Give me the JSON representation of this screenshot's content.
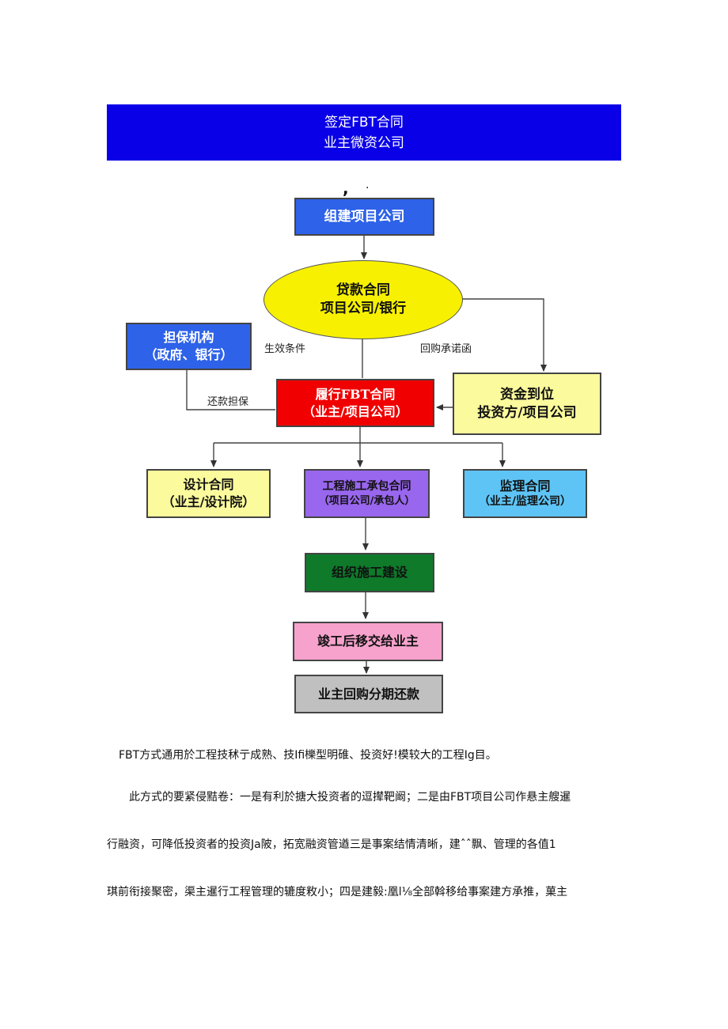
{
  "banner": {
    "line1": "签定FBT合同",
    "line2": "业主微资公司"
  },
  "stray_marks": {
    "comma": ",",
    "dot": "."
  },
  "diagram": {
    "nodes": {
      "n1": {
        "line1": "组建项目公司",
        "line2": "",
        "color": "#2e62e8"
      },
      "n2": {
        "line1": "贷款合同",
        "line2": "项目公司/银行",
        "color": "#f7f000"
      },
      "n3": {
        "line1": "担保机构",
        "line2": "（政府、银行）",
        "color": "#2e62e8"
      },
      "n4": {
        "line1": "履行FBT合同",
        "line2": "（业主/项目公司）",
        "color": "#f00000"
      },
      "n5": {
        "line1": "资金到位",
        "line2": "投资方/项目公司",
        "color": "#fbfa9c"
      },
      "n6": {
        "line1": "设计合同",
        "line2": "（业主/设计院）",
        "color": "#fbfa9c"
      },
      "n7": {
        "line1": "工程施工承包合同",
        "line2": "（项目公司/承包人）",
        "color": "#9966ee"
      },
      "n8": {
        "line1": "监理合同",
        "line2": "（业主/监理公司）",
        "color": "#5ec4f5"
      },
      "n9": {
        "line1": "组织施工建设",
        "line2": "",
        "color": "#0e7a2a"
      },
      "n10": {
        "line1": "竣工后移交给业主",
        "line2": "",
        "color": "#f7a2cc"
      },
      "n11": {
        "line1": "业主回购分期还款",
        "line2": "",
        "color": "#c0c0c0"
      }
    },
    "edge_labels": {
      "effective": "生效条件",
      "buyback": "回购承诺函",
      "guarantee": "还款担保"
    }
  },
  "paragraphs": [
    "FBT方式通用於工程技秫亍成熟、技Ifi櫟型明碓、投资好!模较大的工程Ig目。",
    "此方式的要紧侵黠卷：一是有利於搪大投资者的逗撵靶阚；二是由FBT项目公司作悬主艘暹",
    "行融资，可降低投资者的投资Ja陂，拓宽融资管遒三是事案结情清晰，建ˆˆ飘、管理的各值1",
    "琪前衔接聚密，渠主暹行工程管理的辘度敉小；四是建毅:凰l⅛全部斡移给事案建方承推，菓主"
  ]
}
